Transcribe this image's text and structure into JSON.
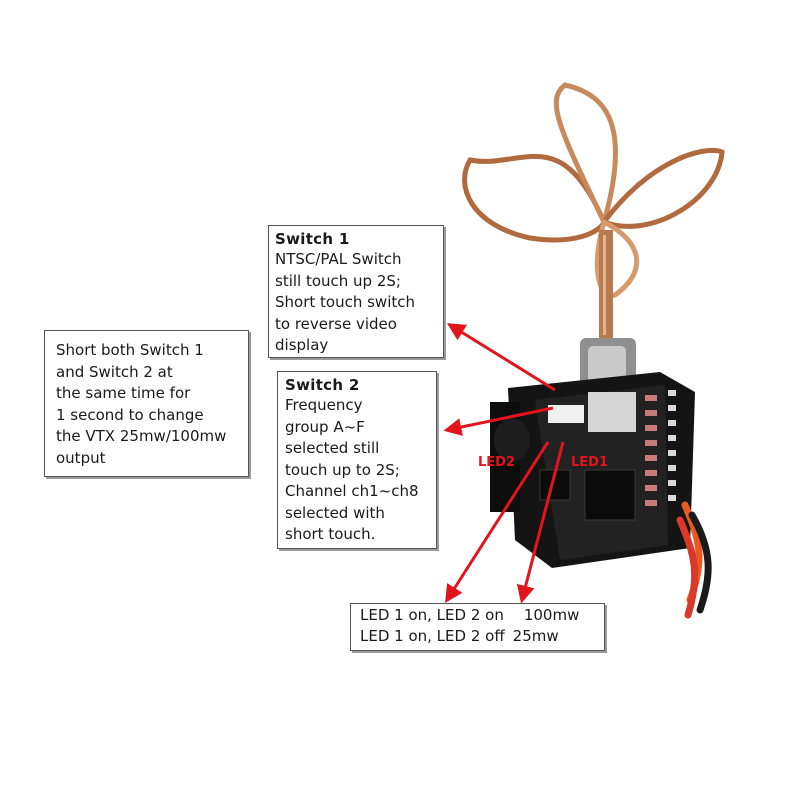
{
  "switch1": {
    "title": "Switch 1",
    "lines": [
      "NTSC/PAL Switch",
      "still touch up 2S;",
      "Short touch switch",
      "to reverse video",
      "display"
    ]
  },
  "switch2": {
    "title": "Switch 2",
    "lines": [
      "Frequency",
      "group A~F",
      "selected still",
      "touch up to 2S;",
      "Channel ch1~ch8",
      "selected with",
      "short touch."
    ]
  },
  "both": {
    "lines": [
      "Short both Switch 1",
      "and Switch 2 at",
      "the same time for",
      "1 second to change",
      "the VTX 25mw/100mw",
      "output"
    ]
  },
  "leds": {
    "label1": "LED1",
    "label2": "LED2",
    "rows": [
      {
        "state": "LED 1 on, LED 2 on",
        "power": "100mw"
      },
      {
        "state": "LED 1 on, LED 2 off",
        "power": "25mw"
      }
    ]
  },
  "colors": {
    "arrow": "#e3141b",
    "copper": "#c8875a",
    "pcb": "#1c1c1c"
  }
}
